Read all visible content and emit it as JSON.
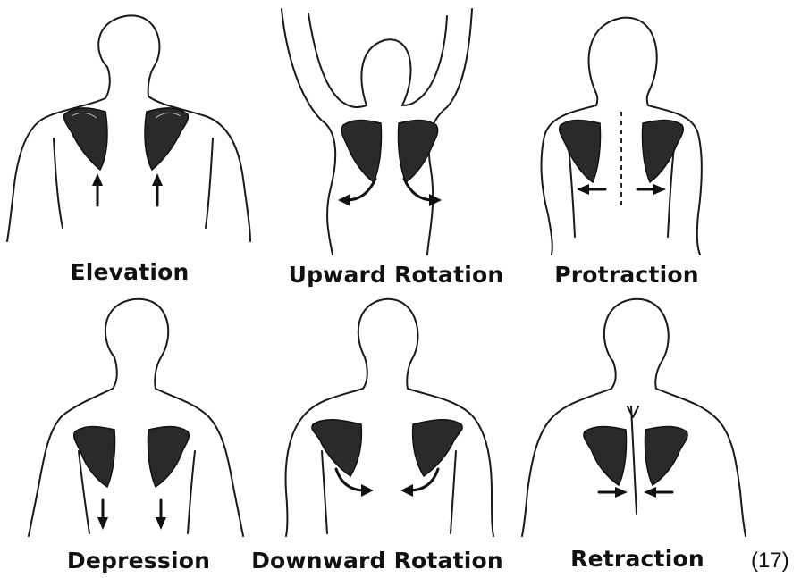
{
  "figure": {
    "panels": [
      {
        "label": "Elevation",
        "icon": "scapula-elevation"
      },
      {
        "label": "Upward Rotation",
        "icon": "scapula-upward-rotation"
      },
      {
        "label": "Protraction",
        "icon": "scapula-protraction"
      },
      {
        "label": "Depression",
        "icon": "scapula-depression"
      },
      {
        "label": "Downward Rotation",
        "icon": "scapula-downward-rotation"
      },
      {
        "label": "Retraction",
        "icon": "scapula-retraction"
      }
    ],
    "reference": "(17)"
  }
}
